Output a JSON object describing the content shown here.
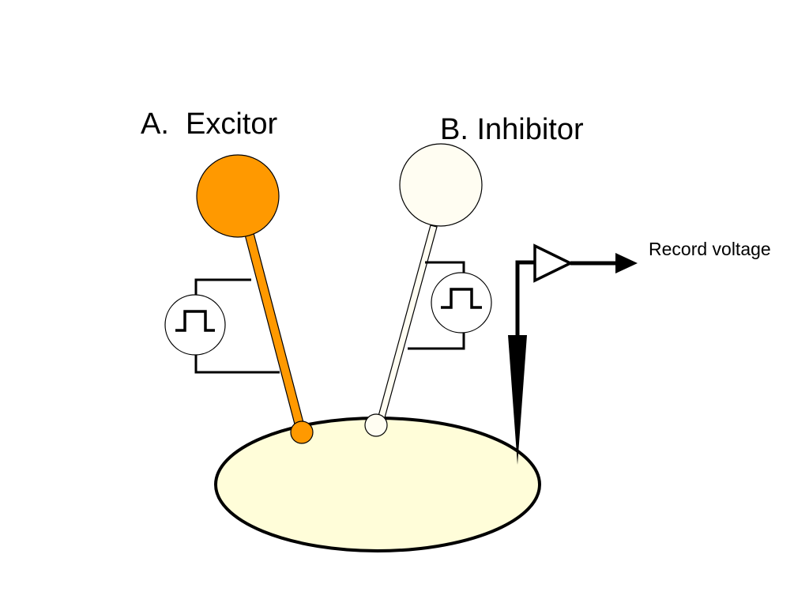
{
  "diagram": {
    "excitor_label": "A.  Excitor",
    "inhibitor_label": "B. Inhibitor",
    "record_label": "Record voltage"
  },
  "colors": {
    "excitor": "#FF9900",
    "inhibitor": "#FFFDF2",
    "target_cell": "#FFFDD9",
    "stroke": "#000000"
  }
}
